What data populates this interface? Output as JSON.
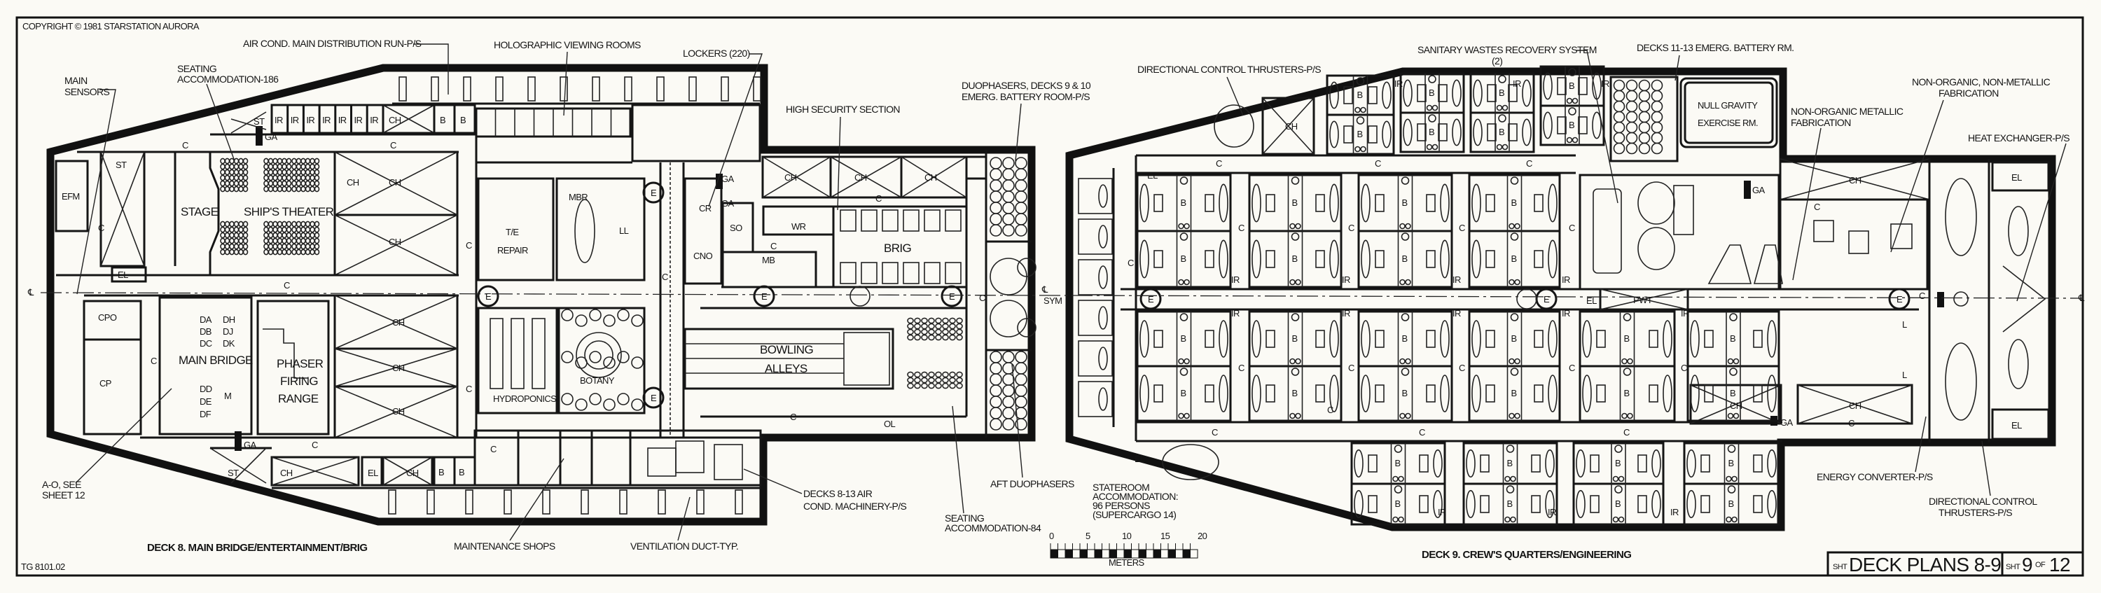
{
  "header": {
    "copyright": "COPYRIGHT © 1981 STARSTATION AURORA",
    "drawing_number": "TG 8101.02"
  },
  "title_block": {
    "sht_prefix": "SHT",
    "title": "DECK PLANS 8-9",
    "sheet_prefix": "SHT",
    "sheet_number": "9",
    "of_label": "OF",
    "sheet_total": "12"
  },
  "scale_bar": {
    "ticks": [
      "0",
      "5",
      "10",
      "15",
      "20"
    ],
    "unit": "METERS"
  },
  "codes": {
    "corridor": "C",
    "bath": "B",
    "ch": "CH",
    "ir": "IR",
    "elevator": "E",
    "ga": "GA",
    "el": "EL",
    "st": "ST",
    "centerline": "℄",
    "l": "L"
  },
  "deck8": {
    "caption": "DECK 8. MAIN BRIDGE/ENTERTAINMENT/BRIG",
    "callouts": {
      "main_sensors": [
        "MAIN",
        "SENSORS"
      ],
      "seating_186": [
        "SEATING",
        "ACCOMMODATION-186"
      ],
      "air_cond_run": [
        "AIR COND. MAIN DISTRIBUTION RUN-P/S"
      ],
      "holographic": [
        "HOLOGRAPHIC VIEWING ROOMS"
      ],
      "lockers": [
        "LOCKERS (220)"
      ],
      "high_security": [
        "HIGH SECURITY SECTION"
      ],
      "duophasers": [
        "DUOPHASERS, DECKS 9 & 10",
        "EMERG. BATTERY ROOM-P/S"
      ],
      "a_o": [
        "A-O, SEE",
        "SHEET 12"
      ],
      "maintenance": [
        "MAINTENANCE SHOPS"
      ],
      "ventilation": [
        "VENTILATION DUCT-TYP."
      ],
      "air_cond_machinery": [
        "DECKS 8-13 AIR",
        "COND. MACHINERY-P/S"
      ],
      "seating_84": [
        "SEATING",
        "ACCOMMODATION-84"
      ],
      "aft_duophasers": [
        "AFT DUOPHASERS"
      ]
    },
    "rooms": {
      "efm": "EFM",
      "stage": "STAGE",
      "theater": "SHIP'S THEATER",
      "main_bridge": "MAIN BRIDGE",
      "phaser": [
        "PHASER",
        "FIRING",
        "RANGE"
      ],
      "cpo": "CPO",
      "cp": "CP",
      "te_repair": [
        "T/E",
        "REPAIR"
      ],
      "mbr": "MBR",
      "ll": "LL",
      "hydroponics": "HYDROPONICS",
      "botany": "BOTANY",
      "cr": "CR",
      "cno": "CNO",
      "so": "SO",
      "wr": "WR",
      "mb": "MB",
      "brig": "BRIG",
      "bowling": [
        "BOWLING",
        "ALLEYS"
      ],
      "ol": "OL",
      "sym": "SYM",
      "bridge_stations": [
        "DA",
        "DB",
        "DC",
        "DD",
        "DE",
        "DF",
        "DH",
        "DJ",
        "DK",
        "M"
      ]
    }
  },
  "deck9": {
    "caption": "DECK 9. CREW'S QUARTERS/ENGINEERING",
    "callouts": {
      "directional_fwd": [
        "DIRECTIONAL CONTROL THRUSTERS-P/S"
      ],
      "sanitary": [
        "SANITARY WASTES RECOVERY SYSTEM",
        "(2)"
      ],
      "battery": [
        "DECKS 11-13 EMERG. BATTERY RM."
      ],
      "non_org_metal": [
        "NON-ORGANIC METALLIC",
        "FABRICATION"
      ],
      "non_org_nonmetal": [
        "NON-ORGANIC, NON-METALLIC",
        "FABRICATION"
      ],
      "heat_exchanger": [
        "HEAT EXCHANGER-P/S"
      ],
      "energy_converter": [
        "ENERGY CONVERTER-P/S"
      ],
      "directional_aft": [
        "DIRECTIONAL CONTROL",
        "THRUSTERS-P/S"
      ],
      "stateroom": [
        "STATEROOM",
        "ACCOMMODATION:",
        "96 PERSONS",
        "(SUPERCARGO 14)"
      ]
    },
    "rooms": {
      "null_gravity": [
        "NULL GRAVITY",
        "EXERCISE RM."
      ],
      "pwt": "PWT"
    }
  }
}
